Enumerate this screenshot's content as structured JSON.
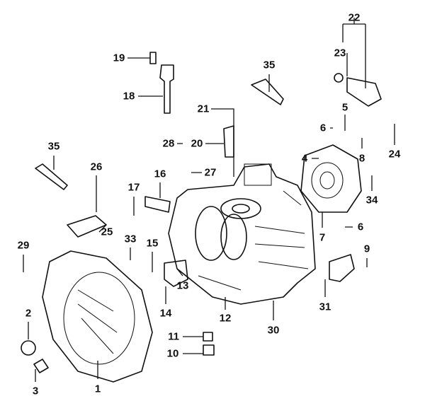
{
  "title": "Crankcase assembly exploded view",
  "callouts": [
    {
      "id": "c22",
      "text": "22"
    },
    {
      "id": "c23",
      "text": "23"
    },
    {
      "id": "c19",
      "text": "19"
    },
    {
      "id": "c35a",
      "text": "35"
    },
    {
      "id": "c18",
      "text": "18"
    },
    {
      "id": "c5",
      "text": "5"
    },
    {
      "id": "c21",
      "text": "21"
    },
    {
      "id": "c6a",
      "text": "6"
    },
    {
      "id": "c8",
      "text": "8"
    },
    {
      "id": "c24",
      "text": "24"
    },
    {
      "id": "c35b",
      "text": "35"
    },
    {
      "id": "c28",
      "text": "28"
    },
    {
      "id": "c20",
      "text": "20"
    },
    {
      "id": "c4",
      "text": "4"
    },
    {
      "id": "c26",
      "text": "26"
    },
    {
      "id": "c16",
      "text": "16"
    },
    {
      "id": "c27",
      "text": "27"
    },
    {
      "id": "c34",
      "text": "34"
    },
    {
      "id": "c17",
      "text": "17"
    },
    {
      "id": "c25",
      "text": "25"
    },
    {
      "id": "c7",
      "text": "7"
    },
    {
      "id": "c6b",
      "text": "6"
    },
    {
      "id": "c33",
      "text": "33"
    },
    {
      "id": "c29",
      "text": "29"
    },
    {
      "id": "c15",
      "text": "15"
    },
    {
      "id": "c9",
      "text": "9"
    },
    {
      "id": "c13",
      "text": "13"
    },
    {
      "id": "c14",
      "text": "14"
    },
    {
      "id": "c12",
      "text": "12"
    },
    {
      "id": "c31",
      "text": "31"
    },
    {
      "id": "c30",
      "text": "30"
    },
    {
      "id": "c2",
      "text": "2"
    },
    {
      "id": "c11",
      "text": "11"
    },
    {
      "id": "c10",
      "text": "10"
    },
    {
      "id": "c3",
      "text": "3"
    },
    {
      "id": "c1",
      "text": "1"
    }
  ]
}
